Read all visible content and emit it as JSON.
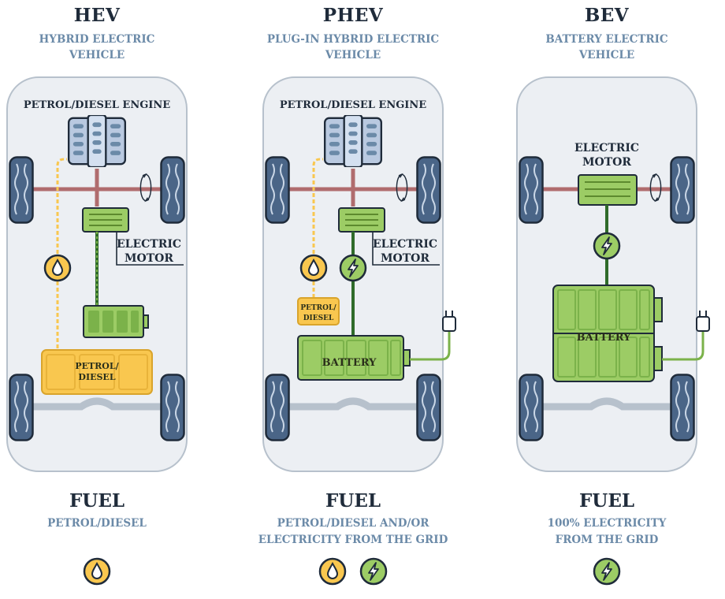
{
  "colors": {
    "title": "#1f2b3a",
    "subtitle": "#6b8aa8",
    "body_fill": "#eceff3",
    "body_stroke": "#b7c1cc",
    "tire": "#4a6587",
    "axle": "#b06c6e",
    "battery_green": "#9ccc65",
    "fuel_yellow": "#f9c74f",
    "engine_blue": "#b9c9e0",
    "outline": "#1f2b3a"
  },
  "vehicles": [
    {
      "abbr": "HEV",
      "full": [
        "HYBRID ELECTRIC",
        "VEHICLE"
      ],
      "engine_label": "PETROL/DIESEL ENGINE",
      "motor_label": [
        "ELECTRIC",
        "MOTOR"
      ],
      "tank_label": [
        "PETROL/",
        "DIESEL"
      ],
      "fuel_heading": "FUEL",
      "fuel_desc": [
        "PETROL/DIESEL"
      ],
      "fuel_icons": [
        "fuel-drop-icon"
      ]
    },
    {
      "abbr": "PHEV",
      "full": [
        "PLUG-IN HYBRID ELECTRIC",
        "VEHICLE"
      ],
      "engine_label": "PETROL/DIESEL ENGINE",
      "motor_label": [
        "ELECTRIC",
        "MOTOR"
      ],
      "tank_label": [
        "PETROL/",
        "DIESEL"
      ],
      "battery_label": "BATTERY",
      "fuel_heading": "FUEL",
      "fuel_desc": [
        "PETROL/DIESEL AND/OR",
        "ELECTRICITY FROM THE GRID"
      ],
      "fuel_icons": [
        "fuel-drop-icon",
        "lightning-icon"
      ]
    },
    {
      "abbr": "BEV",
      "full": [
        "BATTERY ELECTRIC",
        "VEHICLE"
      ],
      "motor_label": [
        "ELECTRIC",
        "MOTOR"
      ],
      "battery_label": "BATTERY",
      "fuel_heading": "FUEL",
      "fuel_desc": [
        "100% ELECTRICITY",
        "FROM THE GRID"
      ],
      "fuel_icons": [
        "lightning-icon"
      ]
    }
  ]
}
